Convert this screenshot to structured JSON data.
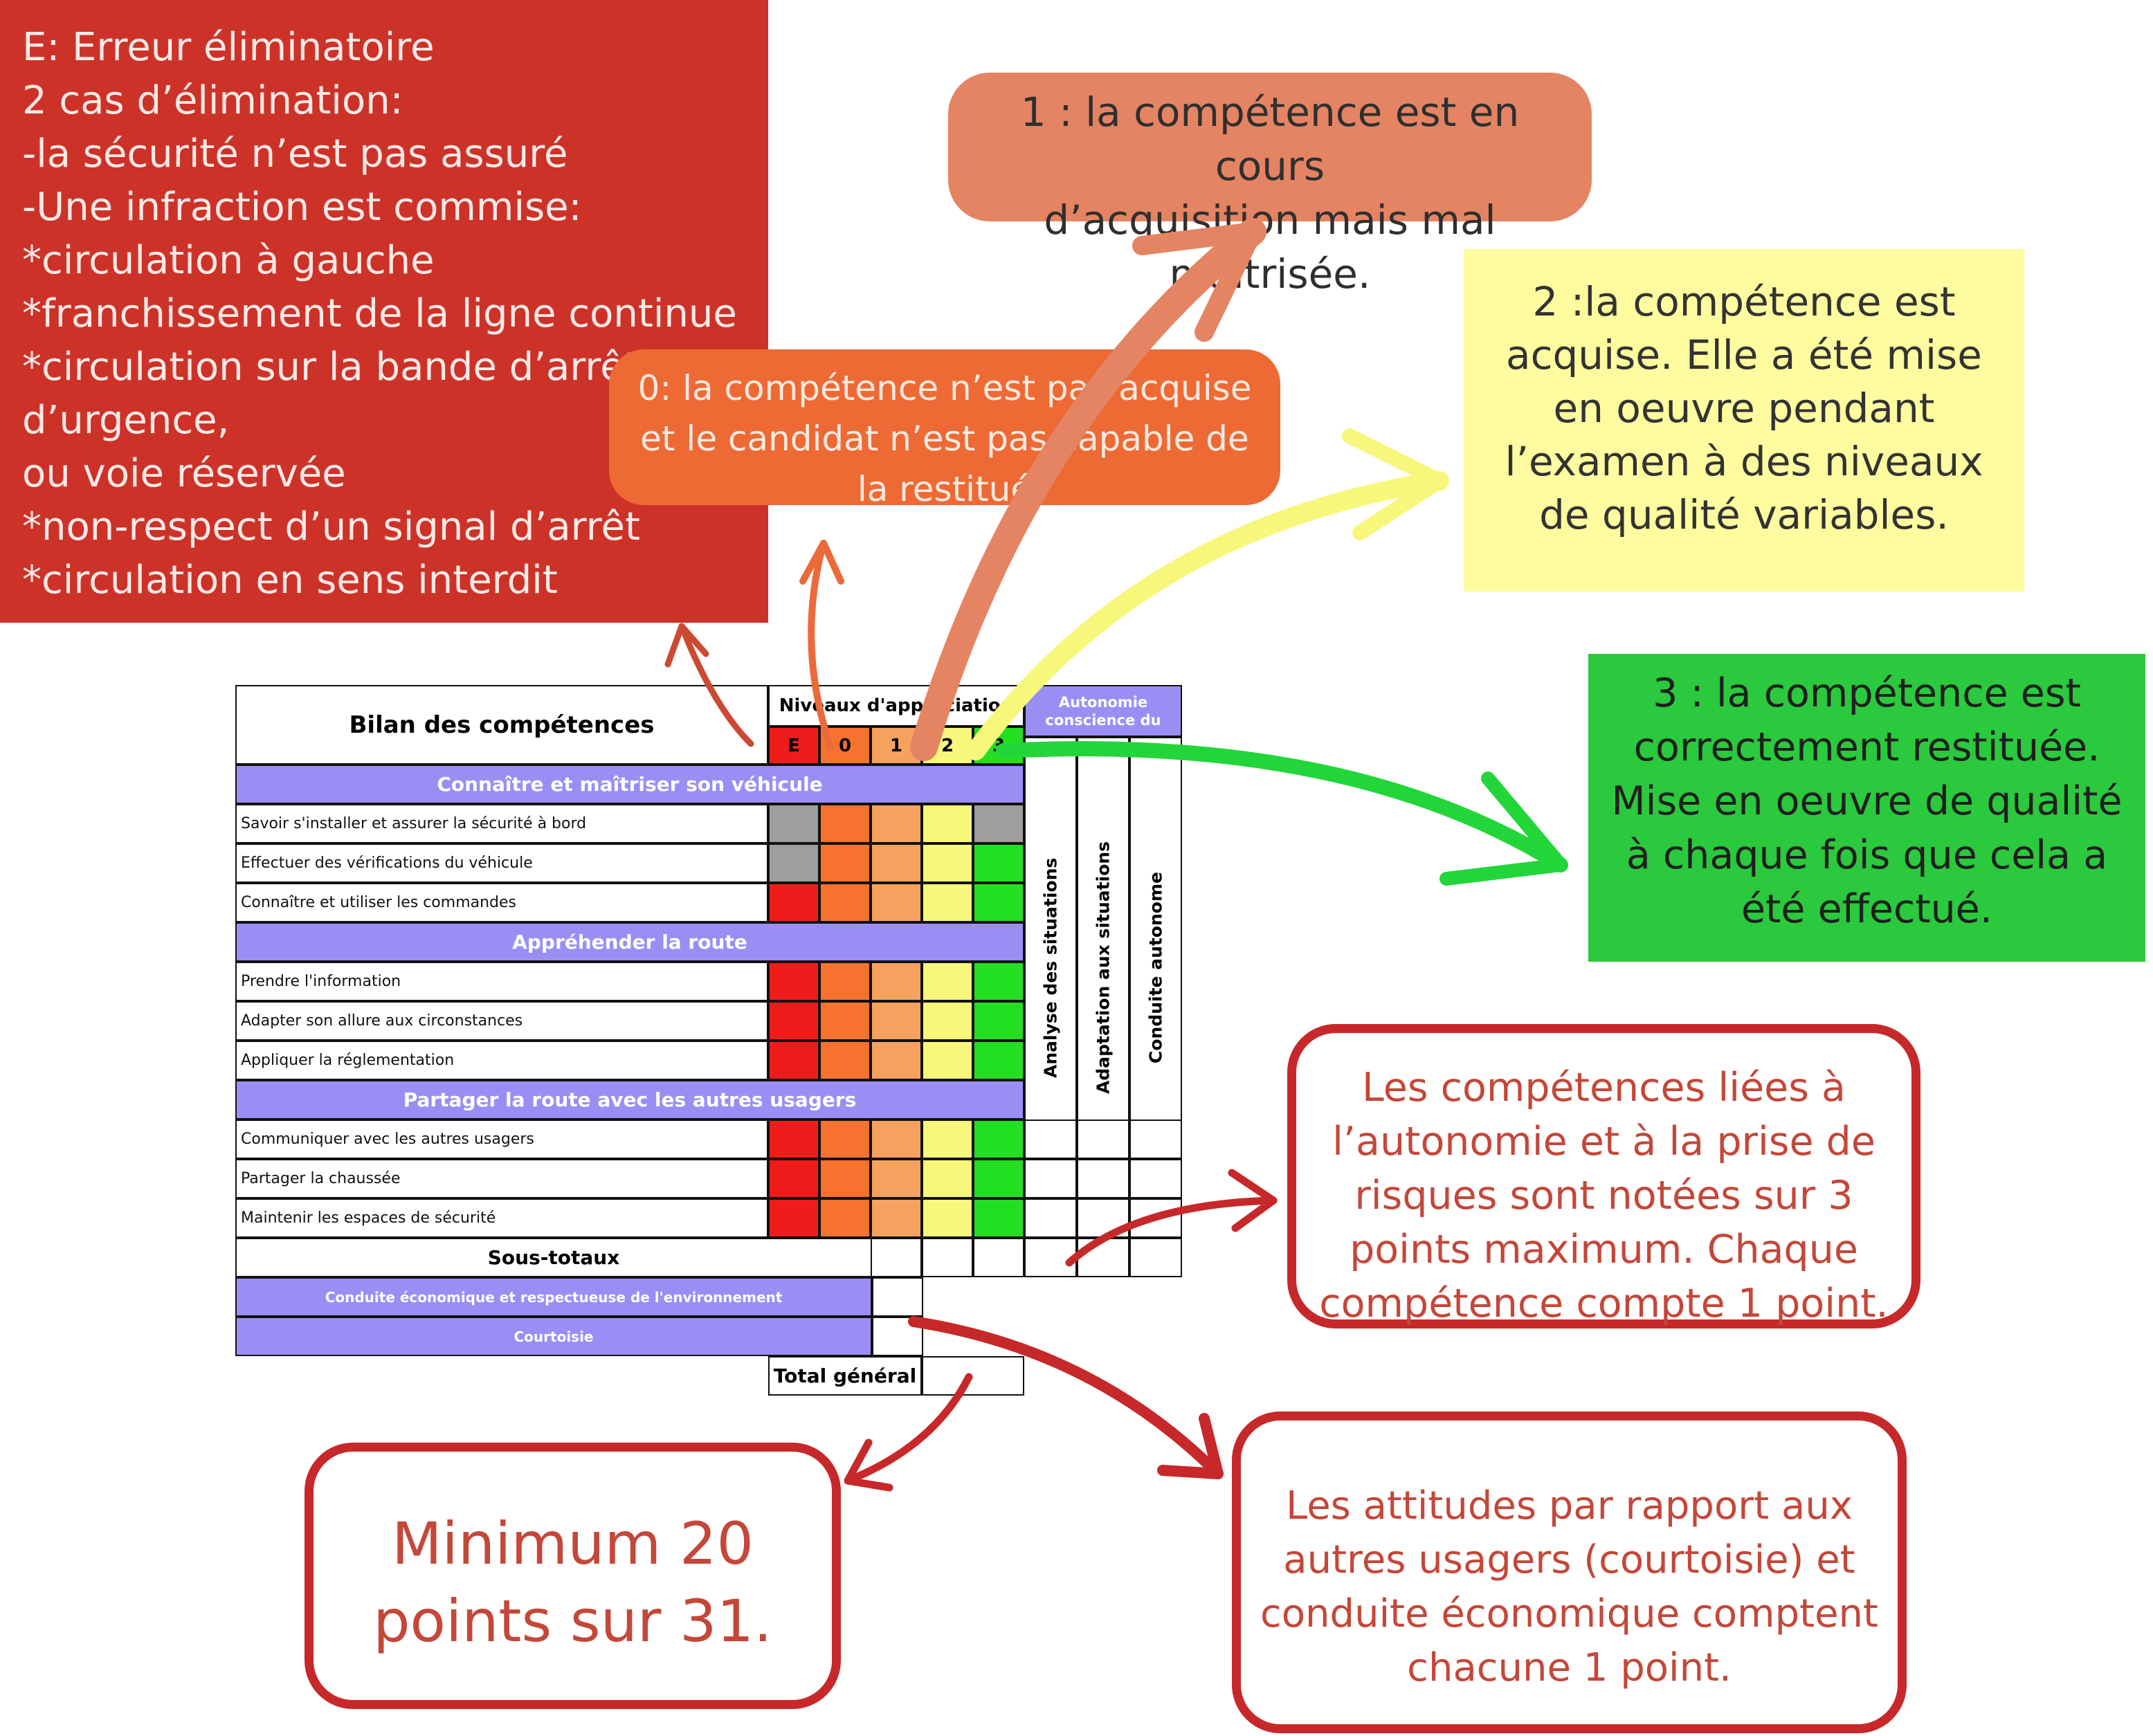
{
  "colors": {
    "E": "#f01c1c",
    "0": "#f7712f",
    "1": "#f5a25e",
    "2": "#f7f77b",
    "3": "#22e021",
    "grey": "#9e9e9e",
    "section": "#9a8ef5"
  },
  "boxes": {
    "eliminatoire": "E: Erreur éliminatoire\n2 cas d’élimination:\n-la sécurité n’est pas assuré\n-Une infraction est commise:\n*circulation à gauche\n*franchissement de la ligne continue\n*circulation sur la bande d’arrêt\nd’urgence,\nou voie réservée\n*non-respect d’un signal d’arrêt\n*circulation en sens interdit",
    "level1": "1 : la compétence est en cours\nd’acquisition mais mal maîtrisée.",
    "level0": "0: la compétence n’est pas acquise\net le candidat n’est pas capable de\nla restitué",
    "level2": "2 :la compétence est\nacquise. Elle a été mise\nen oeuvre pendant\nl’examen à des niveaux\nde qualité variables.",
    "level3": "3 : la compétence est\ncorrectement restituée.\nMise en oeuvre de qualité\nà chaque fois que cela a\nété effectué.",
    "autonomie": "Les compétences liées à\nl’autonomie et à la prise de\nrisques sont notées sur 3\npoints maximum. Chaque\ncompétence compte 1 point.",
    "attitudes": "Les attitudes par rapport aux\nautres usagers (courtoisie) et\nconduite économique comptent\nchacune 1 point.",
    "minimum": "Minimum 20\npoints sur 31."
  },
  "table": {
    "title": "Bilan des compétences",
    "niveaux_header": "Niveaux d'appréciation",
    "autonomie_header": "Autonomie\nconscience du",
    "level_labels": [
      "E",
      "0",
      "1",
      "2",
      "3"
    ],
    "vertical_headers": [
      "Analyse des situations",
      "Adaptation aux situations",
      "Conduite autonome"
    ],
    "sections": [
      {
        "title": "Connaître et maîtriser son véhicule",
        "rows": [
          {
            "label": "Savoir s'installer et assurer la sécurité à bord",
            "cells": [
              "grey",
              "0",
              "1",
              "2",
              "grey"
            ]
          },
          {
            "label": "Effectuer des vérifications du véhicule",
            "cells": [
              "grey",
              "0",
              "1",
              "2",
              "3"
            ]
          },
          {
            "label": "Connaître et utiliser les commandes",
            "cells": [
              "E",
              "0",
              "1",
              "2",
              "3"
            ]
          }
        ]
      },
      {
        "title": "Appréhender la route",
        "rows": [
          {
            "label": "Prendre l'information",
            "cells": [
              "E",
              "0",
              "1",
              "2",
              "3"
            ]
          },
          {
            "label": "Adapter son allure aux circonstances",
            "cells": [
              "E",
              "0",
              "1",
              "2",
              "3"
            ]
          },
          {
            "label": "Appliquer la réglementation",
            "cells": [
              "E",
              "0",
              "1",
              "2",
              "3"
            ]
          }
        ]
      },
      {
        "title": "Partager la route avec les autres usagers",
        "rows": [
          {
            "label": "Communiquer avec les autres usagers",
            "cells": [
              "E",
              "0",
              "1",
              "2",
              "3"
            ]
          },
          {
            "label": "Partager la chaussée",
            "cells": [
              "E",
              "0",
              "1",
              "2",
              "3"
            ]
          },
          {
            "label": "Maintenir les espaces de sécurité",
            "cells": [
              "E",
              "0",
              "1",
              "2",
              "3"
            ]
          }
        ]
      }
    ],
    "subtotal": "Sous-totaux",
    "eco": "Conduite économique et respectueuse de l'environnement",
    "courtoisie": "Courtoisie",
    "total": "Total général"
  }
}
